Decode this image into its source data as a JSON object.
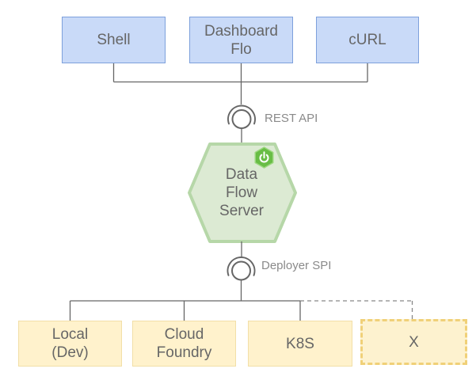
{
  "diagram_title": "Data Flow Server architecture diagram",
  "clients": {
    "items": [
      {
        "label": "Shell"
      },
      {
        "label": "Dashboard\nFlo"
      },
      {
        "label": "cURL"
      }
    ]
  },
  "interfaces": {
    "rest_api": {
      "label": "REST API"
    },
    "deployer_spi": {
      "label": "Deployer SPI"
    }
  },
  "server": {
    "label": "Data\nFlow\nServer",
    "badge_icon": "spring-boot-logo"
  },
  "targets": {
    "items": [
      {
        "label": "Local\n(Dev)",
        "style": "solid"
      },
      {
        "label": "Cloud\nFoundry",
        "style": "solid"
      },
      {
        "label": "K8S",
        "style": "solid"
      },
      {
        "label": "X",
        "style": "dashed"
      }
    ]
  },
  "colors": {
    "client_fill": "#c9daf8",
    "client_border": "#7da0dc",
    "target_fill": "#fff2cc",
    "target_border": "#f2dfa7",
    "target_dashed_border": "#f0d078",
    "server_fill": "#dcead3",
    "server_border": "#b6d7a8",
    "spring_green": "#68bd45",
    "connector": "#666666",
    "connector_dashed": "#888888",
    "label_text": "#666666",
    "interface_text": "#8a8a8a"
  }
}
